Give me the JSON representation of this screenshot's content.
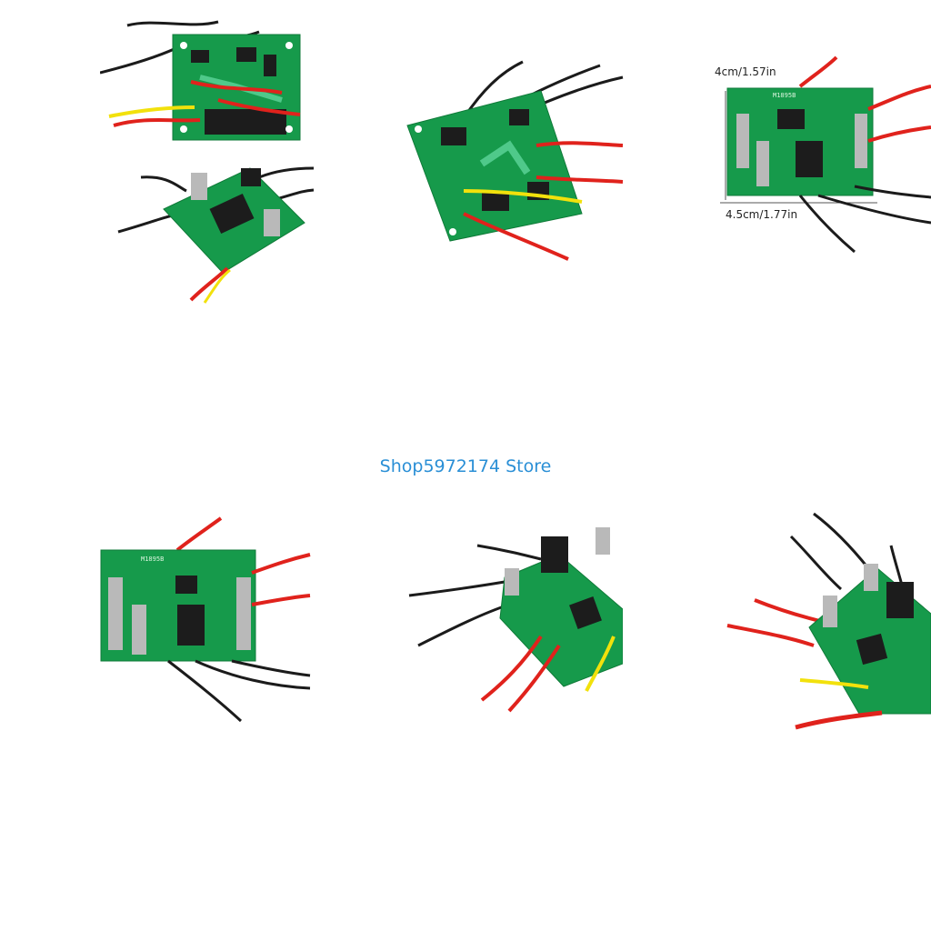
{
  "store": {
    "name": "Shop5972174 Store"
  },
  "dimensions": {
    "height_label": "4cm/1.57in",
    "width_label": "4.5cm/1.77in"
  },
  "pcb_marks": {
    "model": "M1895B"
  },
  "colors": {
    "board": "#169a4b",
    "board_edge": "#0f7a38",
    "trace": "#4fc98a",
    "wire_red": "#e0221c",
    "wire_black": "#1b1b1b",
    "wire_yellow": "#f2e10c",
    "chip": "#1c1c1c",
    "metal": "#b9b9b9",
    "store_text": "#2a8fd6"
  },
  "photos": [
    {
      "name": "top-view-photo-1",
      "icon": "pcb-board-icon"
    },
    {
      "name": "top-view-photo-2",
      "icon": "pcb-board-icon"
    },
    {
      "name": "dimension-photo",
      "icon": "pcb-board-icon"
    },
    {
      "name": "angled-photo-1",
      "icon": "pcb-board-icon"
    },
    {
      "name": "bottom-view-photo",
      "icon": "pcb-board-icon"
    },
    {
      "name": "angled-photo-2",
      "icon": "pcb-board-icon"
    },
    {
      "name": "angled-photo-3",
      "icon": "pcb-board-icon"
    }
  ]
}
